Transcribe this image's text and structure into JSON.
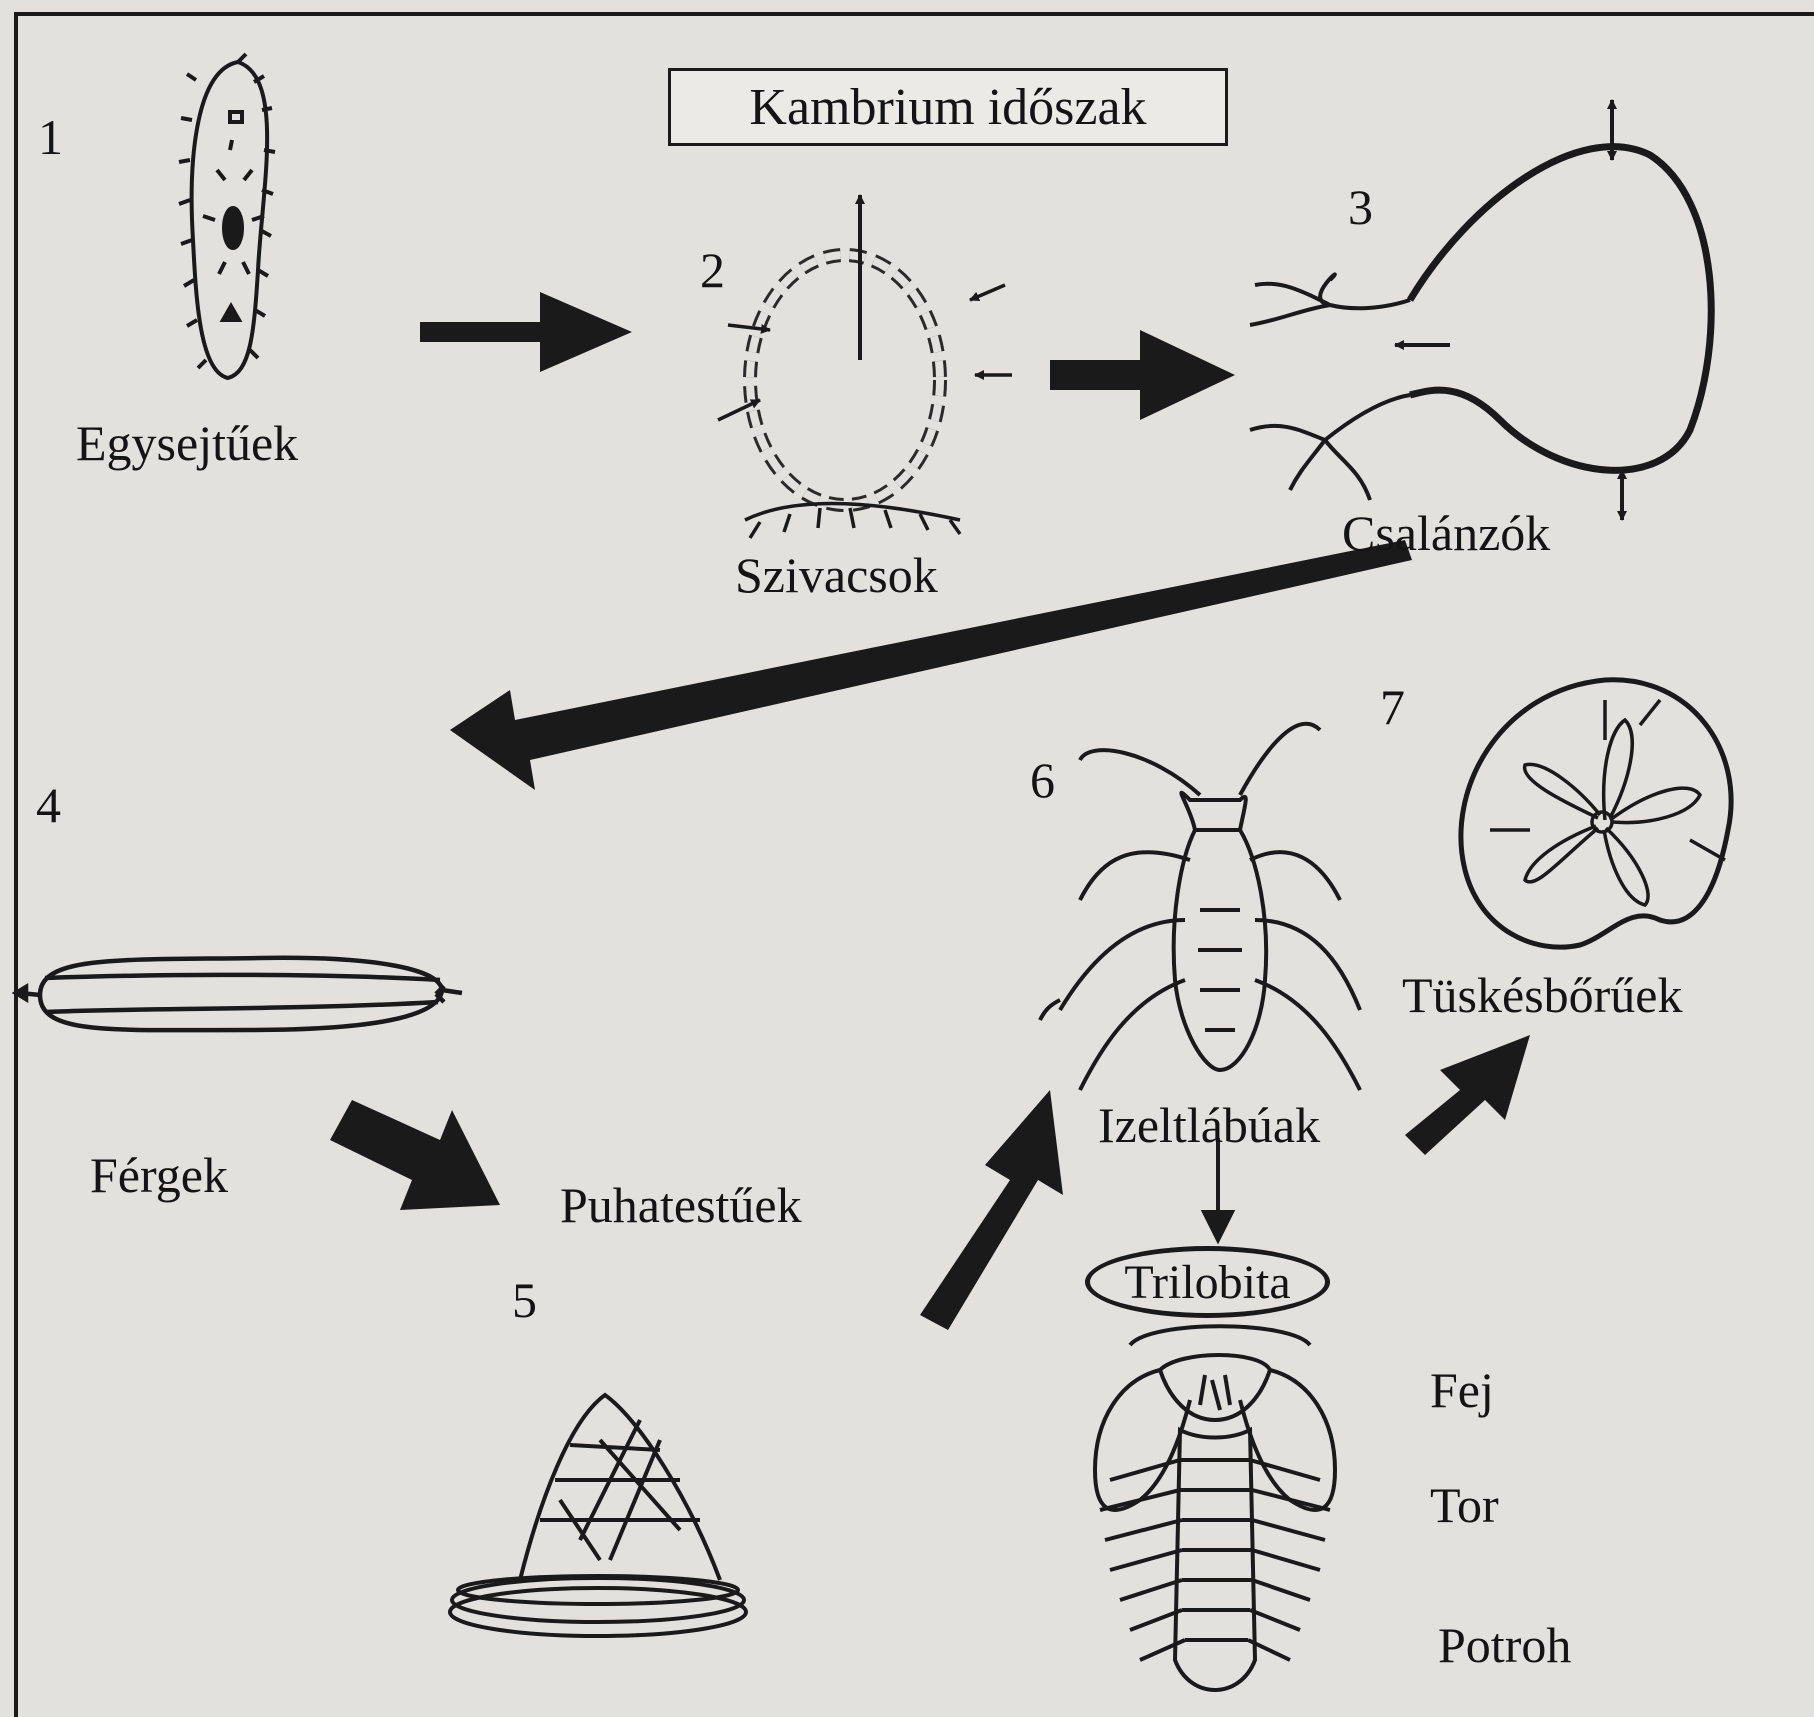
{
  "title": "Kambrium időszak",
  "stages": [
    {
      "number": "1",
      "name": "Egysejtűek"
    },
    {
      "number": "2",
      "name": "Szivacsok"
    },
    {
      "number": "3",
      "name": "Csalánzók"
    },
    {
      "number": "4",
      "name": "Férgek"
    },
    {
      "number": "5",
      "name": "Puhatestűek"
    },
    {
      "number": "6",
      "name": "Izeltlábúak"
    },
    {
      "number": "7",
      "name": "Tüskésbőrűek"
    }
  ],
  "trilobite": {
    "name": "Trilobita",
    "parts": [
      "Fej",
      "Tor",
      "Potroh"
    ]
  }
}
